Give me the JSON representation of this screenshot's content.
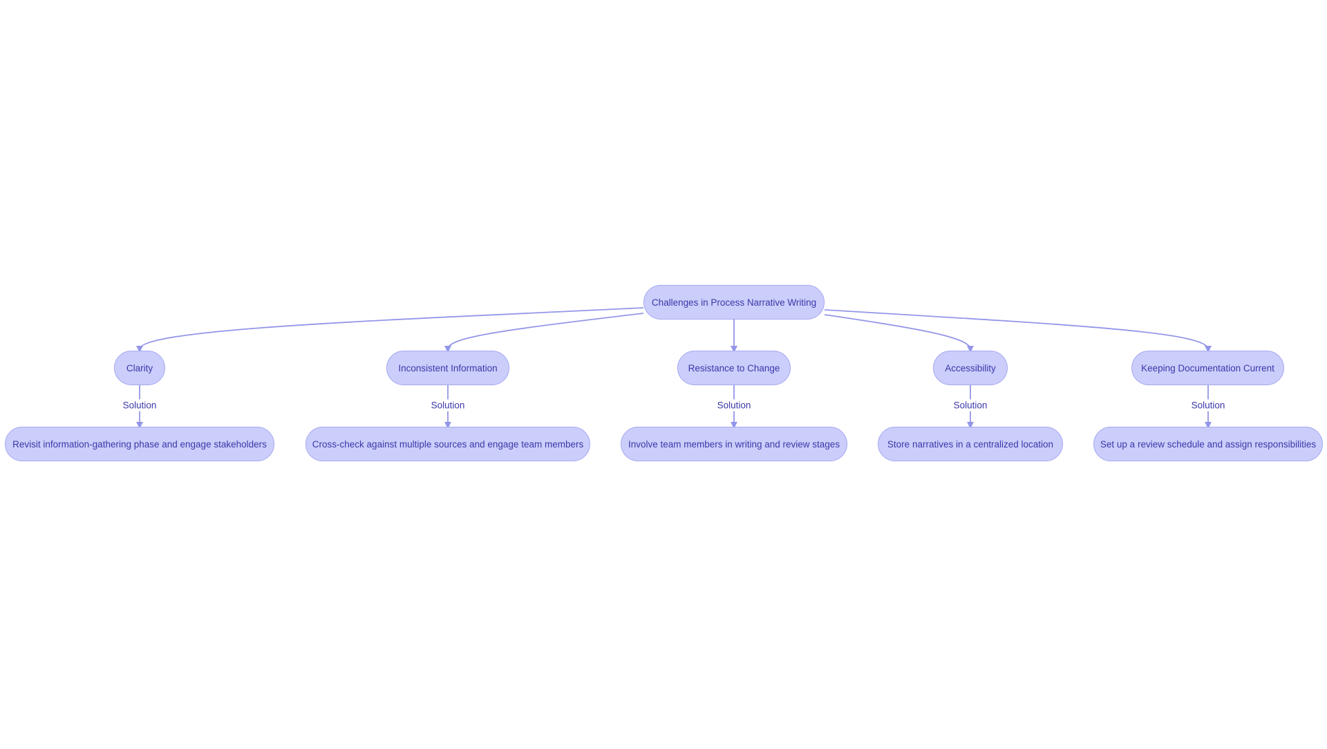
{
  "diagram": {
    "root": {
      "label": "Challenges in Process Narrative Writing"
    },
    "challenges": [
      {
        "label": "Clarity",
        "edge_label": "Solution",
        "solution": "Revisit information-gathering phase and engage stakeholders"
      },
      {
        "label": "Inconsistent Information",
        "edge_label": "Solution",
        "solution": "Cross-check against multiple sources and engage team members"
      },
      {
        "label": "Resistance to Change",
        "edge_label": "Solution",
        "solution": "Involve team members in writing and review stages"
      },
      {
        "label": "Accessibility",
        "edge_label": "Solution",
        "solution": "Store narratives in a centralized location"
      },
      {
        "label": "Keeping Documentation Current",
        "edge_label": "Solution",
        "solution": "Set up a review schedule and assign responsibilities"
      }
    ],
    "colors": {
      "node_fill": "#cbcdfb",
      "node_border": "#a5a8f0",
      "text": "#3b37a8",
      "edge": "#9396e8"
    }
  }
}
